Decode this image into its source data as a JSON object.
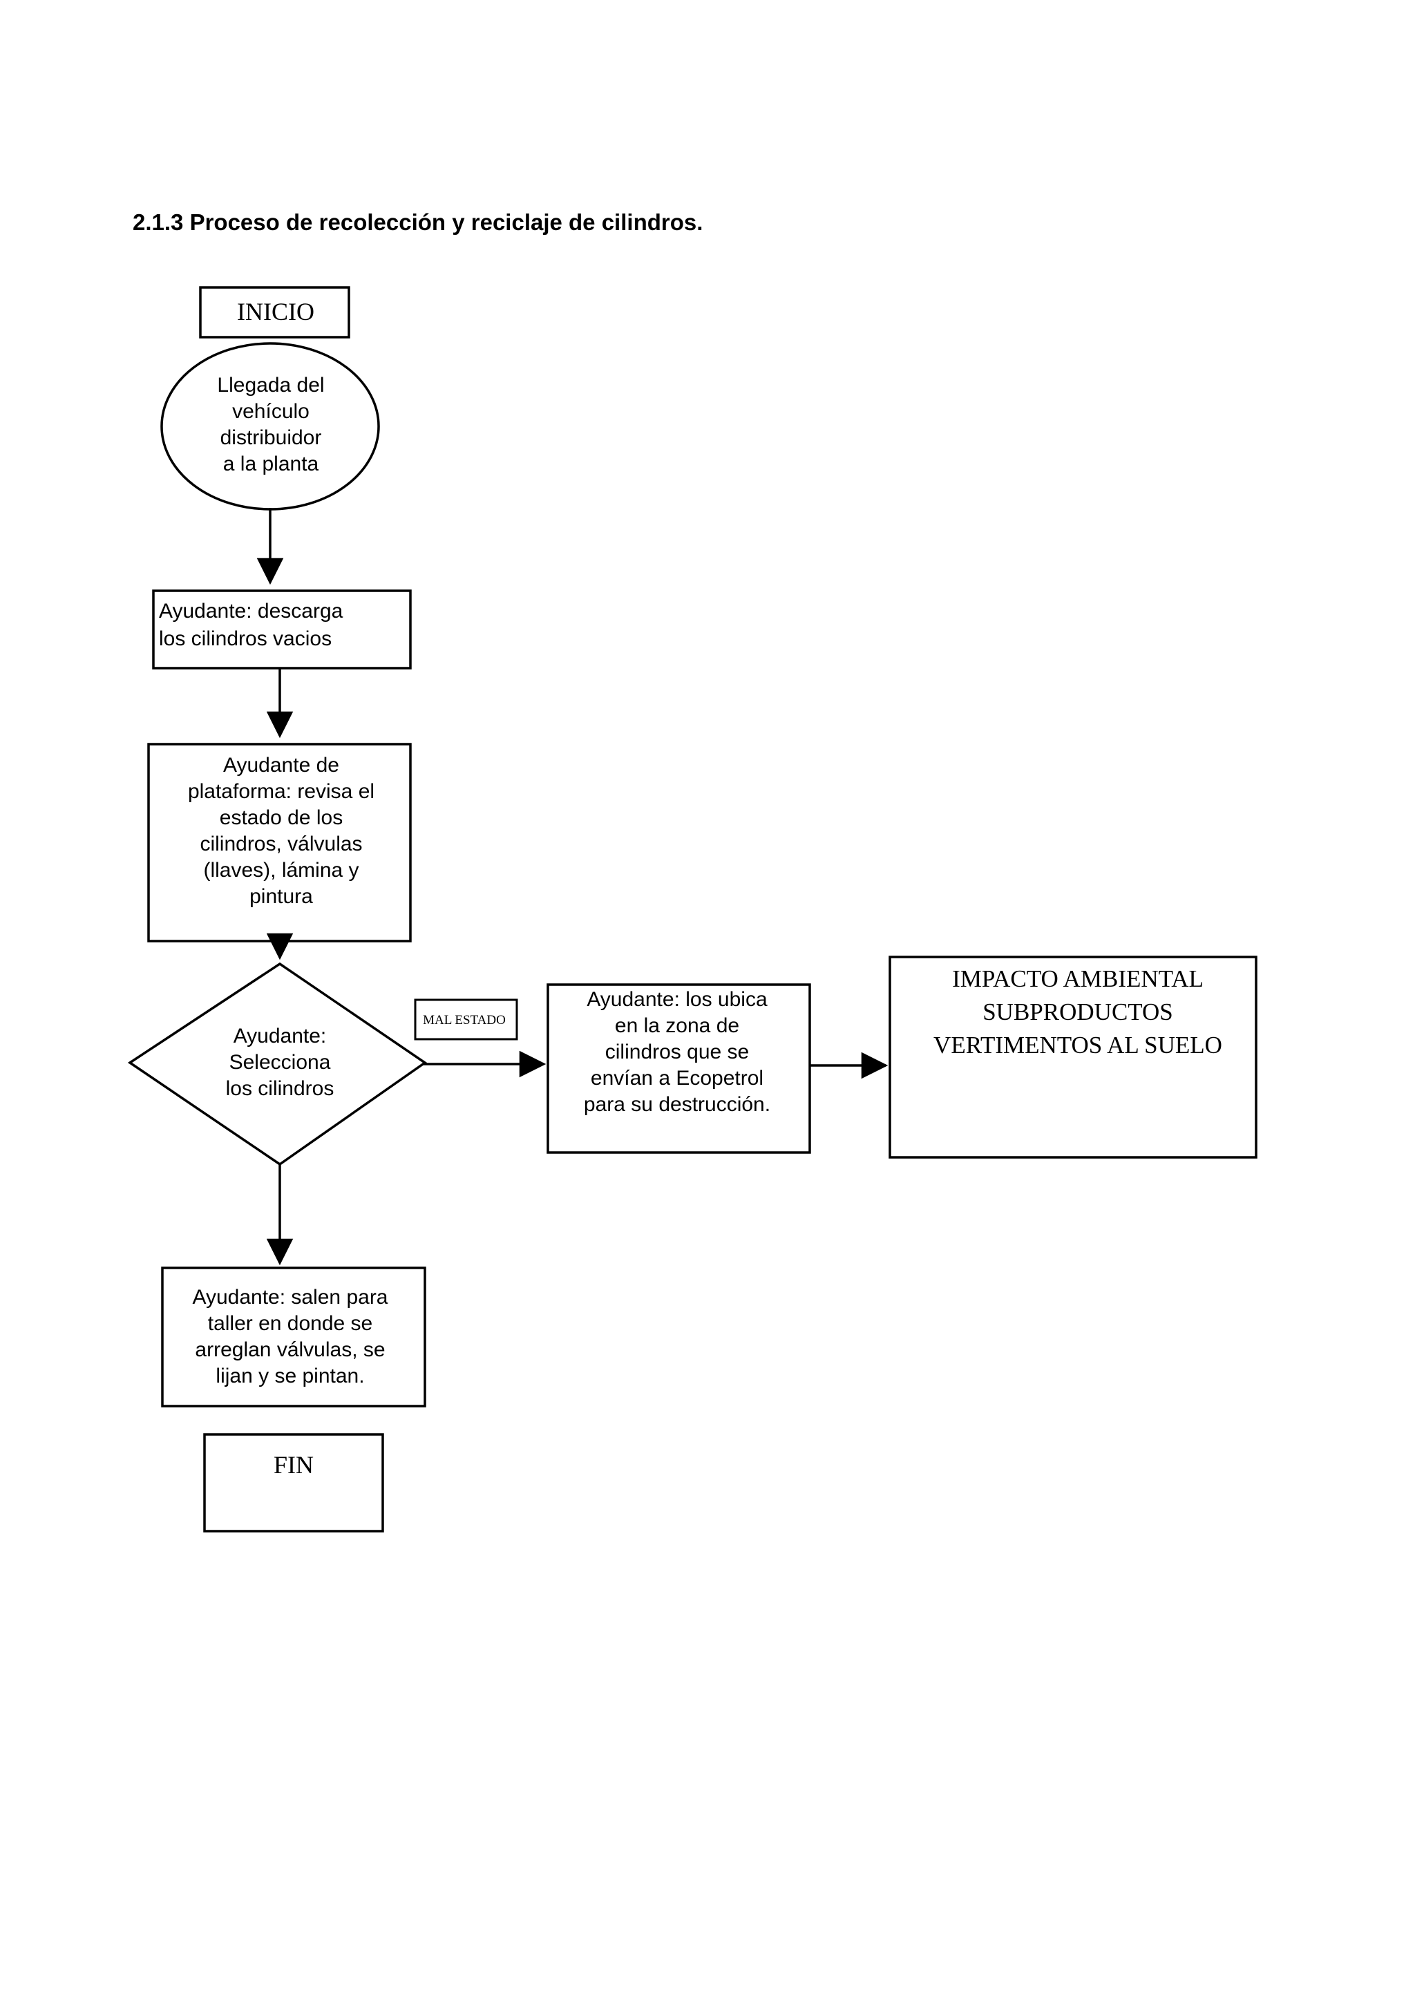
{
  "document": {
    "heading": "2.1.3 Proceso de recolección y reciclaje de cilindros."
  },
  "diagram": {
    "type": "flowchart",
    "orientation": "top-to-bottom with right branch",
    "nodes": [
      {
        "id": "inicio",
        "shape": "rectangle",
        "font": "serif",
        "label": "INICIO"
      },
      {
        "id": "llegada",
        "shape": "ellipse",
        "font": "sans",
        "label": "Llegada del\nvehículo\ndistribuidor\na la planta"
      },
      {
        "id": "descarga",
        "shape": "rectangle",
        "font": "sans",
        "label": "Ayudante: descarga\nlos cilindros vacios"
      },
      {
        "id": "plataforma",
        "shape": "rectangle",
        "font": "sans",
        "label": "Ayudante de\nplataforma: revisa el\nestado de los\ncilindros, válvulas\n(llaves), lámina y\npintura"
      },
      {
        "id": "selecciona",
        "shape": "diamond",
        "font": "sans",
        "label": "Ayudante:\nSelecciona\nlos cilindros"
      },
      {
        "id": "mal-estado",
        "shape": "rectangle",
        "font": "serif",
        "label": "MAL ESTADO"
      },
      {
        "id": "ecopetrol",
        "shape": "rectangle",
        "font": "sans",
        "label": "Ayudante: los  ubica\nen la zona de\ncilindros que se\nenvían a Ecopetrol\npara su destrucción."
      },
      {
        "id": "impacto",
        "shape": "rectangle",
        "font": "serif",
        "label": "IMPACTO AMBIENTAL\nSUBPRODUCTOS\nVERTIMENTOS AL SUELO"
      },
      {
        "id": "taller",
        "shape": "rectangle",
        "font": "sans",
        "label": "Ayudante: salen para\ntaller en donde se\narreglan válvulas, se\nlijan y se pintan."
      },
      {
        "id": "fin",
        "shape": "rectangle",
        "font": "serif",
        "label": "FIN"
      }
    ],
    "edges": [
      {
        "id": "llegada-descarga",
        "from": "llegada",
        "to": "descarga",
        "direction": "down",
        "label": ""
      },
      {
        "id": "descarga-plataforma",
        "from": "descarga",
        "to": "plataforma",
        "direction": "down",
        "label": ""
      },
      {
        "id": "plataforma-selecciona",
        "from": "plataforma",
        "to": "selecciona",
        "direction": "down",
        "label": ""
      },
      {
        "id": "selecciona-ecopetrol",
        "from": "selecciona",
        "to": "ecopetrol",
        "direction": "right",
        "label": "MAL ESTADO"
      },
      {
        "id": "ecopetrol-impacto",
        "from": "ecopetrol",
        "to": "impacto",
        "direction": "right",
        "label": ""
      },
      {
        "id": "selecciona-taller",
        "from": "selecciona",
        "to": "taller",
        "direction": "down",
        "label": ""
      }
    ],
    "colors": {
      "stroke": "#000000",
      "fill": "#ffffff",
      "text": "#000000"
    }
  }
}
